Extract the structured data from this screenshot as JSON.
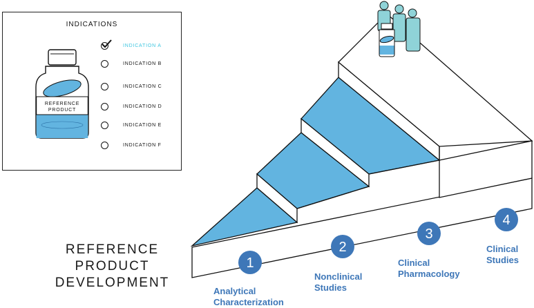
{
  "indications": {
    "title": "INDICATIONS",
    "items": [
      {
        "label": "INDICATION A",
        "checked": true
      },
      {
        "label": "INDICATION B",
        "checked": false
      },
      {
        "label": "INDICATION C",
        "checked": false
      },
      {
        "label": "INDICATION D",
        "checked": false
      },
      {
        "label": "INDICATION E",
        "checked": false
      },
      {
        "label": "INDICATION F",
        "checked": false
      }
    ]
  },
  "vial_label": [
    "REFERENCE",
    "PRODUCT"
  ],
  "title_lines": [
    "REFERENCE",
    "PRODUCT",
    "DEVELOPMENT"
  ],
  "steps": [
    {
      "number": "1",
      "lines": [
        "Analytical",
        "Characterization"
      ]
    },
    {
      "number": "2",
      "lines": [
        "Nonclinical",
        "Studies"
      ]
    },
    {
      "number": "3",
      "lines": [
        "Clinical",
        "Pharmacology"
      ]
    },
    {
      "number": "4",
      "lines": [
        "Clinical",
        "Studies"
      ]
    }
  ],
  "colors": {
    "step_blue": "#3e77b8",
    "fill_blue": "#62b4e0",
    "accent_cyan": "#3fc6e0",
    "people_teal": "#8fd3d8"
  }
}
